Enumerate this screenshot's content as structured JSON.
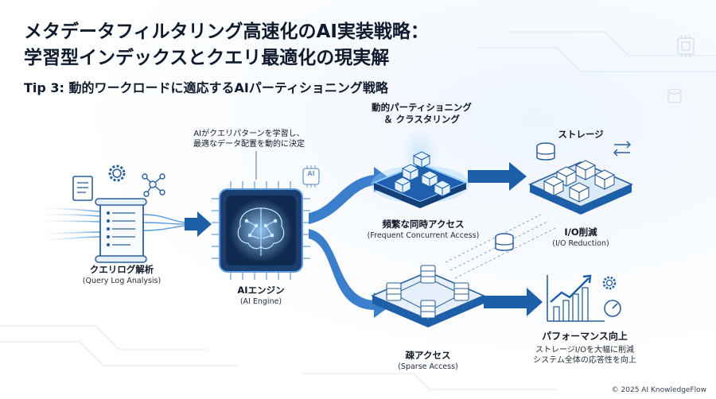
{
  "title_line1": "メタデータフィルタリング高速化のAI実装戦略：",
  "title_line2": "学習型インデックスとクエリ最適化の現実解",
  "subtitle": "Tip 3: 動的ワークロードに適応するAIパーティショニング戦略",
  "query_log": {
    "jp": "クエリログ解析",
    "en": "(Query Log Analysis)"
  },
  "ai_note_line1": "AIがクエリパターンを学習し、",
  "ai_note_line2": "最適なデータ配置を動的に決定",
  "ai_engine": {
    "jp": "AIエンジン",
    "en": "(AI Engine)",
    "chip": "AI"
  },
  "partition": {
    "line1": "動的パーティショニング",
    "line2": "＆ クラスタリング"
  },
  "frequent": {
    "jp": "頻繁な同時アクセス",
    "en": "(Frequent Concurrent Access)"
  },
  "sparse": {
    "jp": "疎アクセス",
    "en": "(Sparse Access)"
  },
  "storage": {
    "jp": "ストレージ"
  },
  "io": {
    "jp": "I/O削減",
    "en": "(I/O Reduction)"
  },
  "performance": {
    "jp": "パフォーマンス向上",
    "line1": "ストレージI/Oを大幅に削減",
    "line2": "システム全体の応答性を向上"
  },
  "footer": "© 2025 AI KnowledgeFlow",
  "colors": {
    "primary": "#1d5fa8",
    "accent": "#3b8fe0",
    "light": "#dcebfb",
    "dark": "#0f1b2d"
  }
}
